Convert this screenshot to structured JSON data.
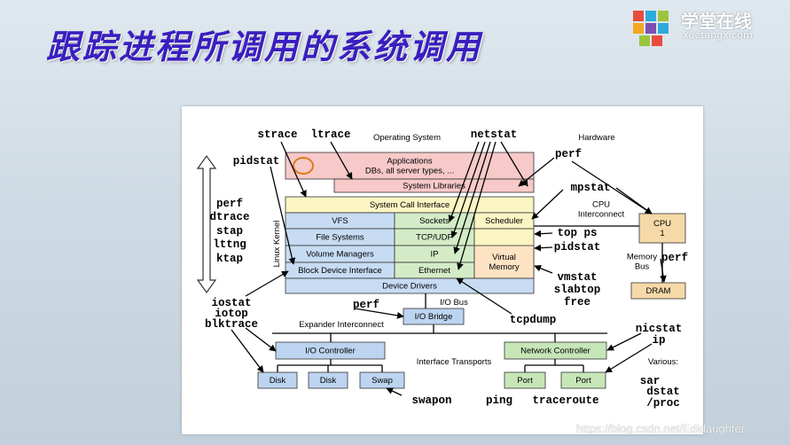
{
  "slide": {
    "title": "跟踪进程所调用的系统调用"
  },
  "logo": {
    "name": "学堂在线",
    "url_text": "xuetangx.com"
  },
  "watermark": "https://blog.csdn.net/Edidaughter",
  "diagram": {
    "labels": {
      "operating_system": "Operating System",
      "hardware": "Hardware",
      "linux_kernel": "Linux Kernel",
      "io_bus": "I/O Bus",
      "expander_interconnect": "Expander Interconnect",
      "interface_transports": "Interface Transports",
      "cpu_interconnect": "CPU\nInterconnect",
      "memory_bus": "Memory\nBus",
      "various": "Various:"
    },
    "boxes": {
      "applications": "Applications\nDBs, all server types, ...",
      "system_libraries": "System Libraries",
      "system_call_interface": "System Call Interface",
      "vfs": "VFS",
      "file_systems": "File Systems",
      "volume_managers": "Volume Managers",
      "block_device_interface": "Block Device Interface",
      "sockets": "Sockets",
      "tcp_udp": "TCP/UDP",
      "ip": "IP",
      "ethernet": "Ethernet",
      "scheduler": "Scheduler",
      "virtual_memory": "Virtual\nMemory",
      "device_drivers": "Device Drivers",
      "io_bridge": "I/O Bridge",
      "io_controller": "I/O Controller",
      "disk1": "Disk",
      "disk2": "Disk",
      "swap": "Swap",
      "network_controller": "Network Controller",
      "port1": "Port",
      "port2": "Port",
      "cpu": "CPU\n1",
      "dram": "DRAM"
    },
    "tools": {
      "strace": "strace",
      "ltrace": "ltrace",
      "netstat": "netstat",
      "perf_top": "perf",
      "pidstat_left": "pidstat",
      "mpstat": "mpstat",
      "top_ps": "top ps",
      "pidstat_right": "pidstat",
      "perf_mem": "perf",
      "vmstat": "vmstat",
      "slabtop": "slabtop",
      "free": "free",
      "perf_io": "perf",
      "tcpdump": "tcpdump",
      "iostat": "iostat",
      "iotop": "iotop",
      "blktrace": "blktrace",
      "nicstat": "nicstat",
      "ip": "ip",
      "swapon": "swapon",
      "ping": "ping",
      "traceroute": "traceroute",
      "sar": "sar",
      "dstat": "dstat",
      "proc": "/proc",
      "perf_left": "perf",
      "dtrace": "dtrace",
      "stap": "stap",
      "lttng": "lttng",
      "ktap": "ktap"
    },
    "colors": {
      "applications": "#f7c9c9",
      "kernel_yellow": "#fbf5c4",
      "kernel_blue": "#c7dcf3",
      "kernel_green": "#d3ecc7",
      "vm_orange": "#fde3c3",
      "hw_blue": "#bcd4f0",
      "hw_green": "#c6e6b8",
      "cpu_orange": "#f6d9a8",
      "annotation_orange": "#e07a1a"
    }
  }
}
